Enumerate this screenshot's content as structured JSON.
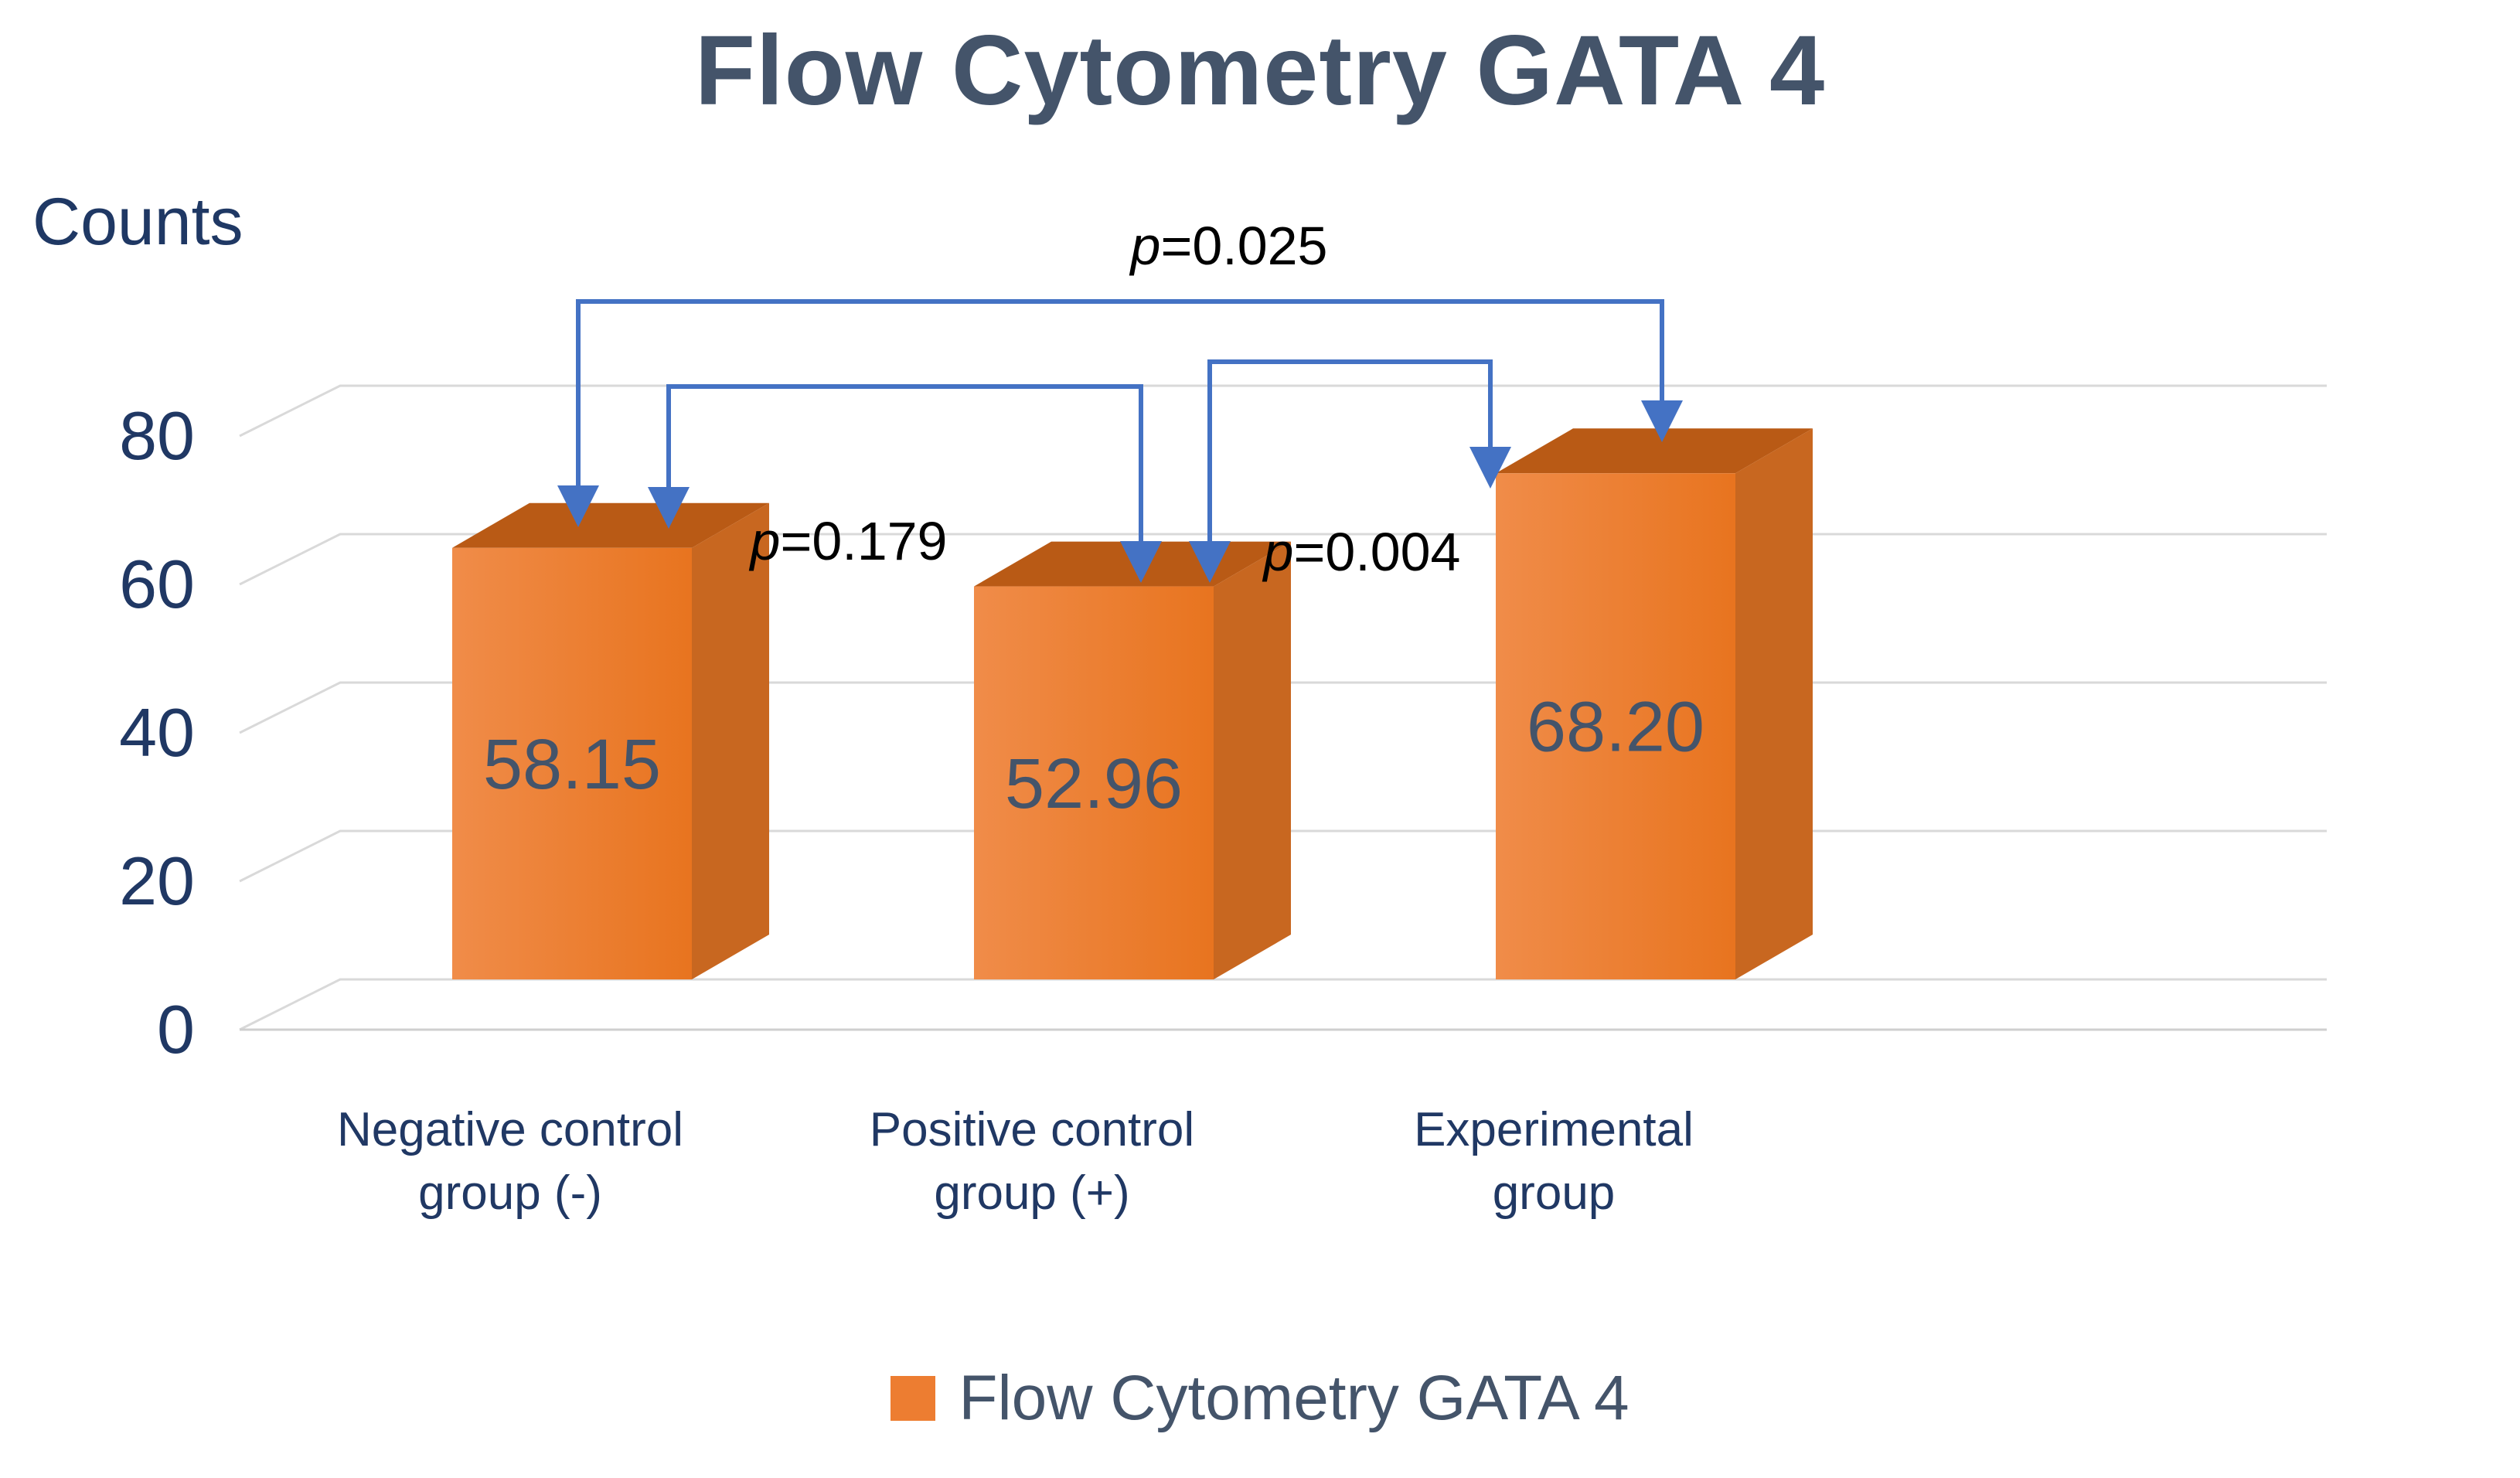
{
  "chart_data": {
    "type": "bar",
    "style": "3d-bar",
    "title": "Flow Cytometry GATA 4",
    "ylabel": "Counts",
    "xlabel": "",
    "categories": [
      [
        "Negative control",
        "group (-)"
      ],
      [
        "Positive control",
        "group (+)"
      ],
      [
        "Experimental",
        "group"
      ]
    ],
    "series": [
      {
        "name": "Flow Cytometry GATA 4",
        "values": [
          58.15,
          52.96,
          68.2
        ]
      }
    ],
    "value_labels": [
      "58.15",
      "52.96",
      "68.20"
    ],
    "yticks": [
      0,
      20,
      40,
      60,
      80
    ],
    "ylim": [
      0,
      80
    ],
    "grid": true,
    "annotations": [
      {
        "label": "p=0.179",
        "between": [
          "Negative control group (-)",
          "Positive control group (+)"
        ]
      },
      {
        "label": "p=0.004",
        "between": [
          "Positive control group (+)",
          "Experimental group"
        ]
      },
      {
        "label": "p=0.025",
        "between": [
          "Negative control group (-)",
          "Experimental group"
        ]
      }
    ],
    "legend": {
      "position": "bottom",
      "entries": [
        "Flow Cytometry GATA 4"
      ]
    },
    "colors": {
      "bar_front": "#ED7D31",
      "bar_top": "#B95A15",
      "bar_side": "#C86720",
      "accent_blue": "#4472C4",
      "text_dark": "#44546A",
      "text_navy": "#203864",
      "gridline": "#D9D9D9"
    }
  }
}
